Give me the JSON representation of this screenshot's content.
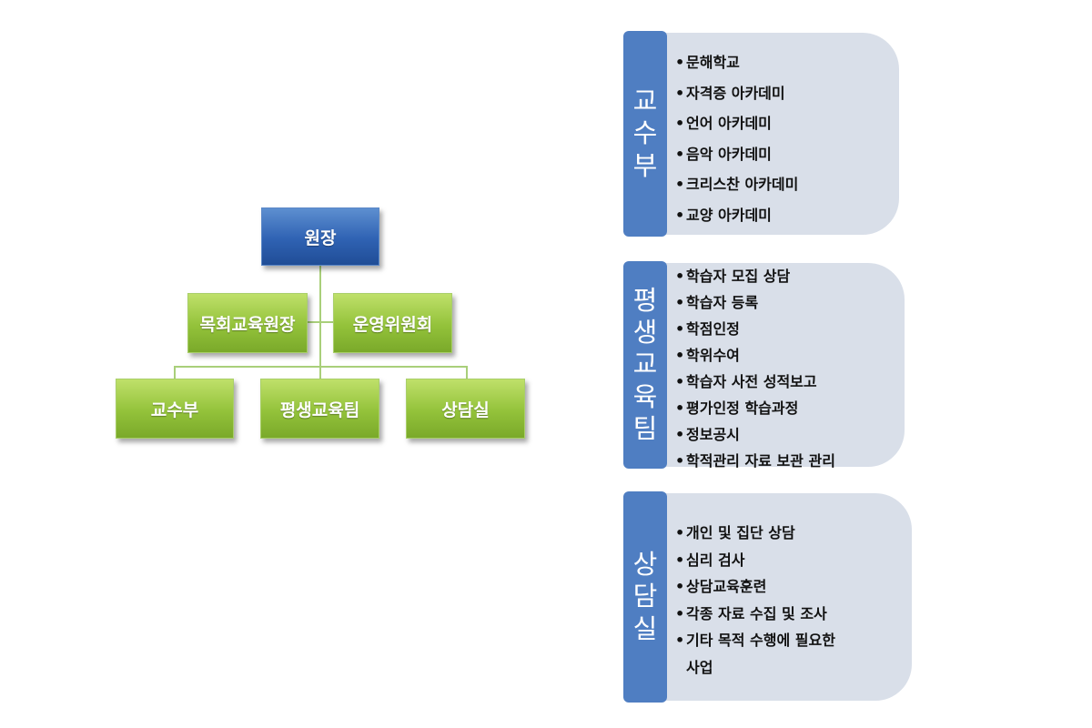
{
  "org_chart": {
    "top": "원장",
    "advisors": [
      "목회교육원장",
      "운영위원회"
    ],
    "departments": [
      "교수부",
      "평생교육팀",
      "상담실"
    ]
  },
  "panels": [
    {
      "label": "교수부",
      "items": [
        [
          "문해학교"
        ],
        [
          "자격증 아카데미"
        ],
        [
          "언어 아카데미"
        ],
        [
          "음악 아카데미"
        ],
        [
          "크리스찬 아카데미"
        ],
        [
          "교양 아카데미"
        ]
      ]
    },
    {
      "label": "평생교육팀",
      "items": [
        [
          "학습자 모집 상담"
        ],
        [
          "학습자 등록"
        ],
        [
          "학점인정"
        ],
        [
          "학위수여"
        ],
        [
          "학습자 사전 성적보고"
        ],
        [
          "평가인정 학습과정"
        ],
        [
          "정보공시"
        ],
        [
          "학적관리 자료 보관 관리"
        ]
      ]
    },
    {
      "label": "상담실",
      "items": [
        [
          "개인 및 집단 상담"
        ],
        [
          "심리 검사"
        ],
        [
          "상담교육훈련"
        ],
        [
          "각종 자료 수집 및 조사"
        ],
        [
          "기타 목적 수행에 필요한",
          "사업"
        ]
      ]
    }
  ],
  "bullet": "•",
  "colors": {
    "top_box": "#2f62b3",
    "child_box": "#93c23a",
    "connector": "#a9cf7a",
    "panel_tab": "#4f7ec2",
    "panel_body": "#d9dfe9"
  }
}
